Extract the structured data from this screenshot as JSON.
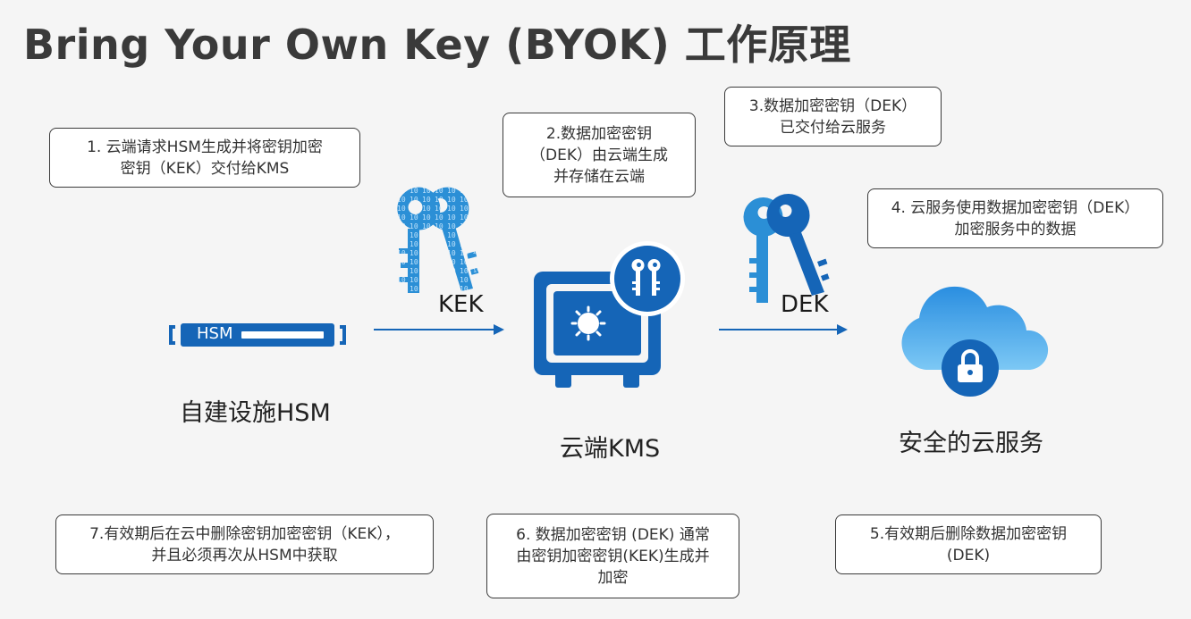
{
  "title": "Bring Your Own Key (BYOK) 工作原理",
  "steps": {
    "s1": [
      "1. 云端请求HSM生成并将密钥加密",
      "密钥（KEK）交付给KMS"
    ],
    "s2": [
      "2.数据加密密钥",
      "（DEK）由云端生成",
      "并存储在云端"
    ],
    "s3": [
      "3.数据加密密钥（DEK）",
      "已交付给云服务"
    ],
    "s4": [
      "4. 云服务使用数据加密密钥（DEK）",
      "加密服务中的数据"
    ],
    "s5": [
      "5.有效期后删除数据加密密钥",
      "(DEK)"
    ],
    "s6": [
      "6. 数据加密密钥 (DEK) 通常",
      "由密钥加密密钥(KEK)生成并",
      "加密"
    ],
    "s7": [
      "7.有效期后在云中删除密钥加密密钥（KEK），",
      "并且必须再次从HSM中获取"
    ]
  },
  "hsm": {
    "device_text": "HSM",
    "caption": "自建设施HSM"
  },
  "kms": {
    "caption": "云端KMS"
  },
  "cloud": {
    "caption": "安全的云服务"
  },
  "keys": {
    "kek_label": "KEK",
    "dek_label": "DEK"
  },
  "colors": {
    "primary": "#1565b7",
    "light": "#2b8fd6",
    "cloud_light": "#5fb8f0",
    "border": "#3a3a3a"
  }
}
